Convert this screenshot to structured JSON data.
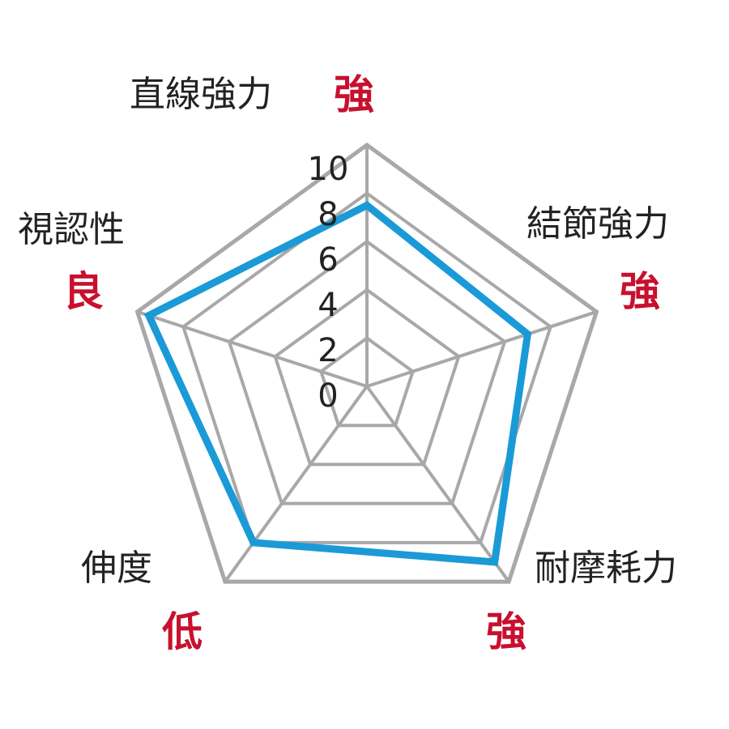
{
  "chart_data": {
    "type": "radar",
    "title": "",
    "axes": [
      {
        "label": "直線強力",
        "rating": "強",
        "value": 7.5
      },
      {
        "label": "結節強力",
        "rating": "強",
        "value": 7
      },
      {
        "label": "耐摩耗力",
        "rating": "強",
        "value": 9
      },
      {
        "label": "伸度",
        "rating": "低",
        "value": 8
      },
      {
        "label": "視認性",
        "rating": "良",
        "value": 9.5
      }
    ],
    "range": [
      0,
      10
    ],
    "ticks": [
      "10",
      "8",
      "6",
      "4",
      "2",
      "0"
    ],
    "grid_levels": [
      2,
      4,
      6,
      8,
      10
    ],
    "colors": {
      "series": "#1a9ad6",
      "grid": "#a8a8a8",
      "rating": "#c8102e"
    }
  }
}
